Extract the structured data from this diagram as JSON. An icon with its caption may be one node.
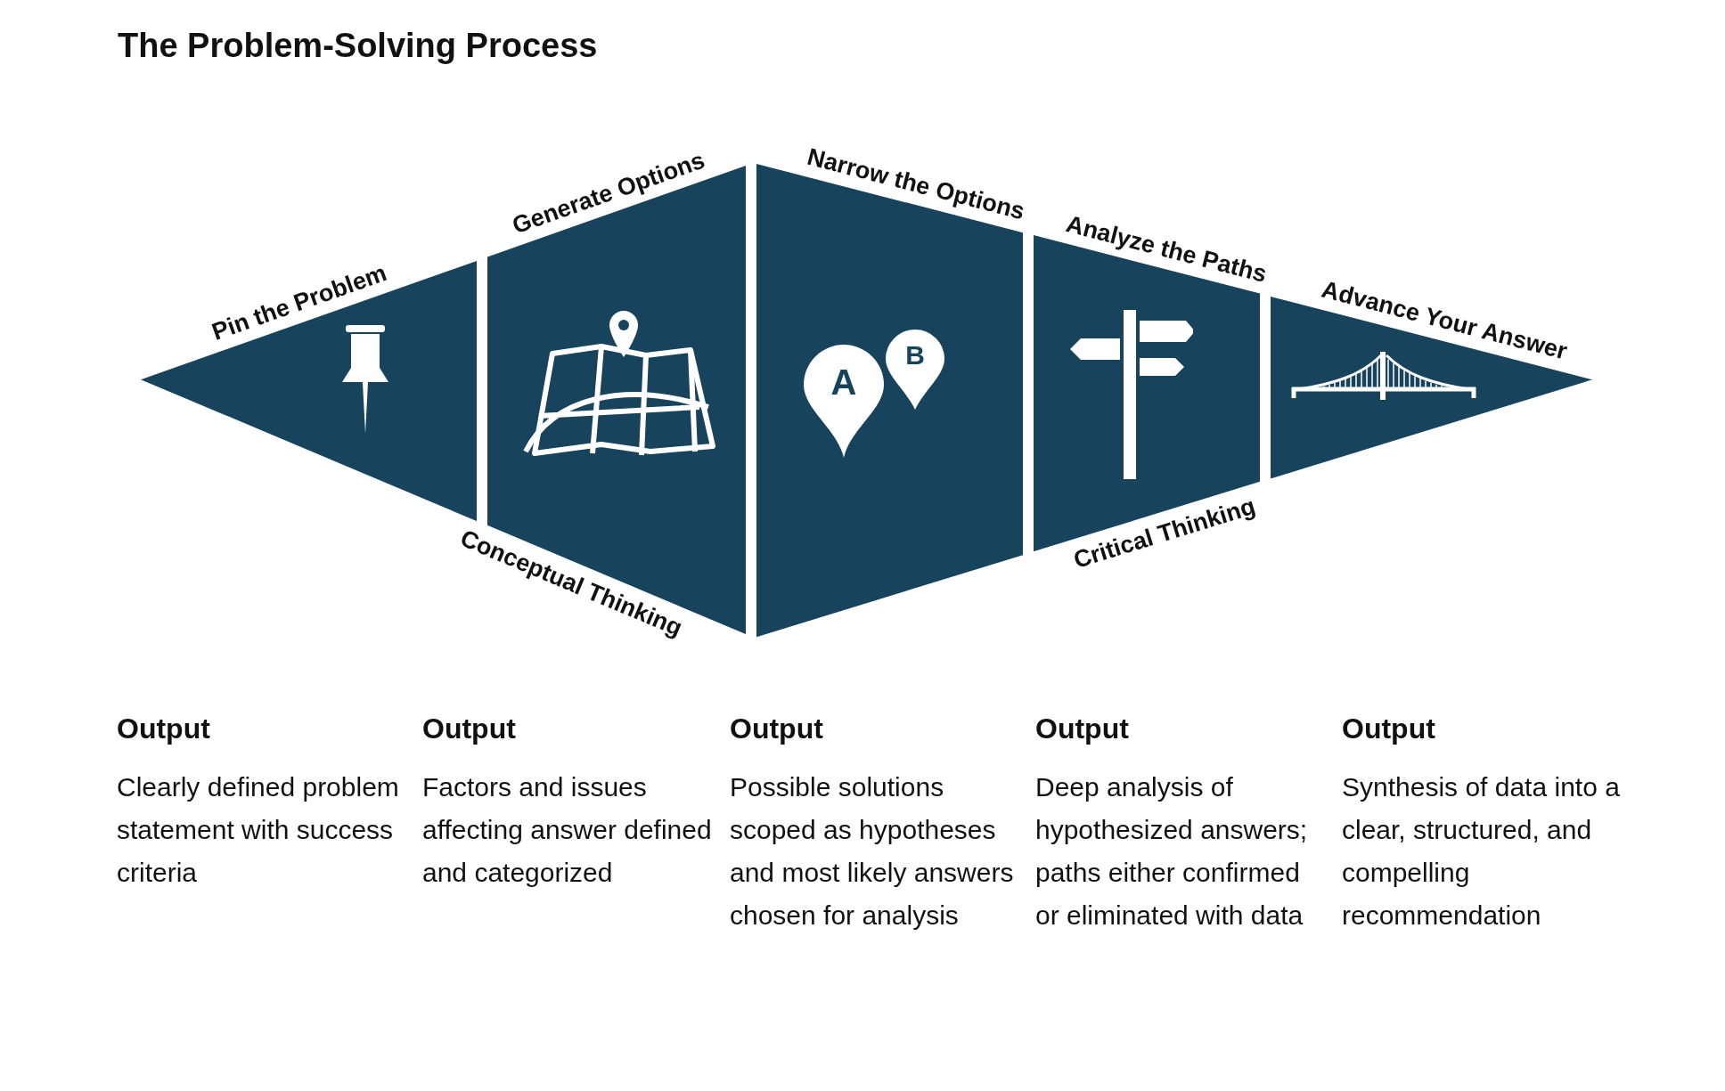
{
  "diagram": {
    "title": "The Problem-Solving Process",
    "nodes": [
      {
        "text": [
          "Pin the Problem"
        ]
      },
      {
        "text": [
          "Generate Options"
        ]
      },
      {
        "text": [
          "Narrow the Options"
        ]
      },
      {
        "text": [
          "Analyze the Paths"
        ]
      },
      {
        "text": [
          "Advance Your Answer"
        ]
      }
    ],
    "labels": [
      "A",
      "B",
      "Conceptual Thinking",
      "Critical Thinking",
      "Output",
      "Clearly defined problem statement with success criteria",
      "Output",
      "Factors and issues affecting answer defined and categorized",
      "Output",
      "Possible solutions scoped as hypotheses and most likely answers chosen for analysis",
      "Output",
      "Deep analysis of hypothesized answers; paths either confirmed or eliminated with data",
      "Output",
      "Synthesis of data into a clear, structured, and compelling recommendation"
    ]
  }
}
